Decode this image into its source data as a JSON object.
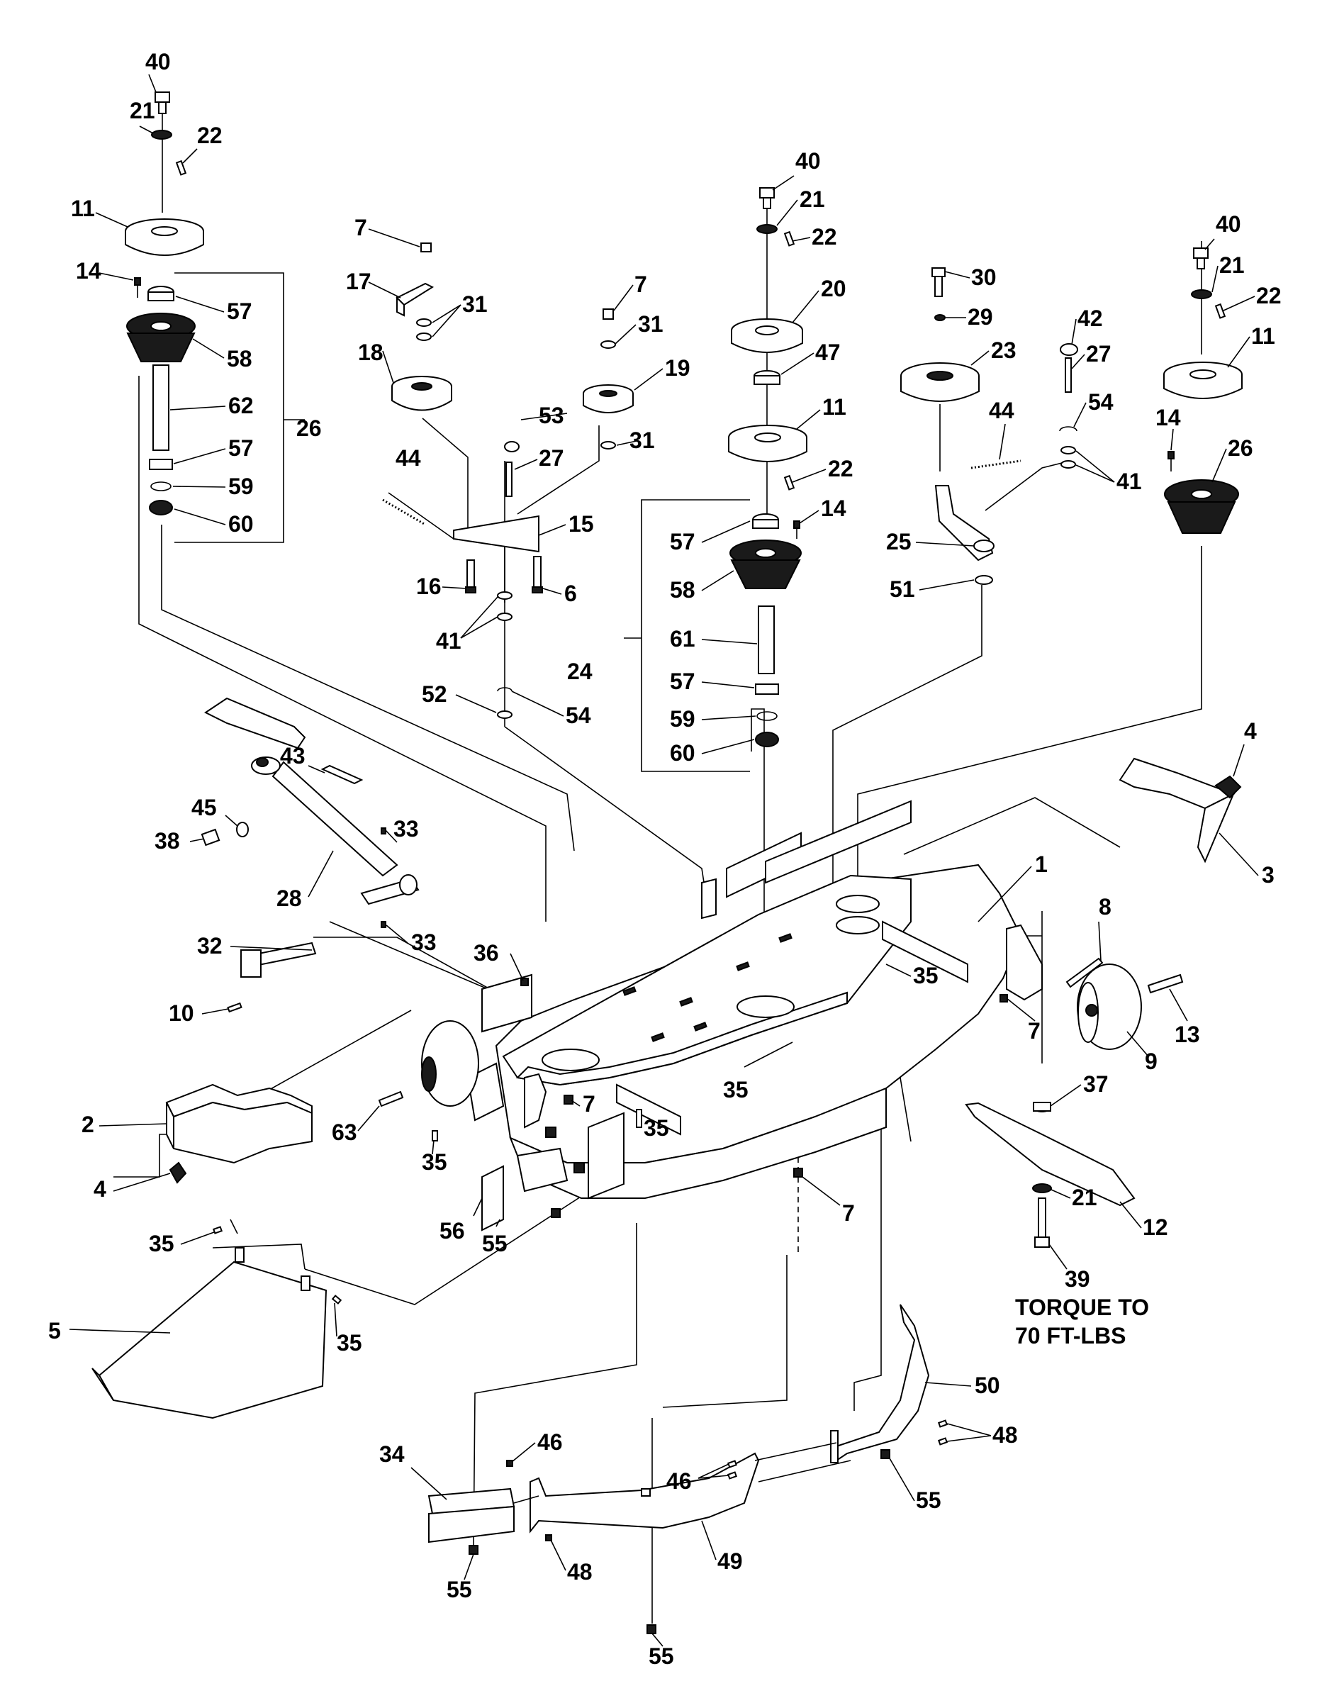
{
  "callouts": {
    "c40a": "40",
    "c21a": "21",
    "c22a": "22",
    "c11a": "11",
    "c14a": "14",
    "c57a": "57",
    "c58a": "58",
    "c62": "62",
    "c26a": "26",
    "c57b": "57",
    "c59a": "59",
    "c60a": "60",
    "c7a": "7",
    "c17": "17",
    "c31a": "31",
    "c18": "18",
    "c44a": "44",
    "c16": "16",
    "c41a": "41",
    "c7b": "7",
    "c31b": "31",
    "c19": "19",
    "c53": "53",
    "c31c": "31",
    "c27a": "27",
    "c15": "15",
    "c6": "6",
    "c52": "52",
    "c54a": "54",
    "c40b": "40",
    "c21b": "21",
    "c22b": "22",
    "c20": "20",
    "c47": "47",
    "c11b": "11",
    "c22c": "22",
    "c14b": "14",
    "c57c": "57",
    "c58b": "58",
    "c24": "24",
    "c61": "61",
    "c57d": "57",
    "c59b": "59",
    "c60b": "60",
    "c30": "30",
    "c29": "29",
    "c23": "23",
    "c44b": "44",
    "c42": "42",
    "c27b": "27",
    "c54b": "54",
    "c41b": "41",
    "c25": "25",
    "c51": "51",
    "c40c": "40",
    "c21c": "21",
    "c22d": "22",
    "c11c": "11",
    "c14c": "14",
    "c26b": "26",
    "c43": "43",
    "c45": "45",
    "c38": "38",
    "c33a": "33",
    "c28": "28",
    "c33b": "33",
    "c32": "32",
    "c10": "10",
    "c36": "36",
    "c4a": "4",
    "c3": "3",
    "c1": "1",
    "c8": "8",
    "c35a": "35",
    "c7c": "7",
    "c9": "9",
    "c13": "13",
    "c2": "2",
    "c63": "63",
    "c4b": "4",
    "c35b": "35",
    "c35c": "35",
    "c7d": "7",
    "c35d": "35",
    "c56": "56",
    "c55a": "55",
    "c7e": "7",
    "c37": "37",
    "c12": "12",
    "c21d": "21",
    "c39": "39",
    "c35e": "35",
    "c5": "5",
    "c35f": "35",
    "c50": "50",
    "c48a": "48",
    "c34": "34",
    "c46a": "46",
    "c46b": "46",
    "c55b": "55",
    "c49": "49",
    "c48b": "48",
    "c55c": "55",
    "c55d": "55"
  },
  "note": {
    "line1": "TORQUE TO",
    "line2": "70 FT-LBS"
  }
}
